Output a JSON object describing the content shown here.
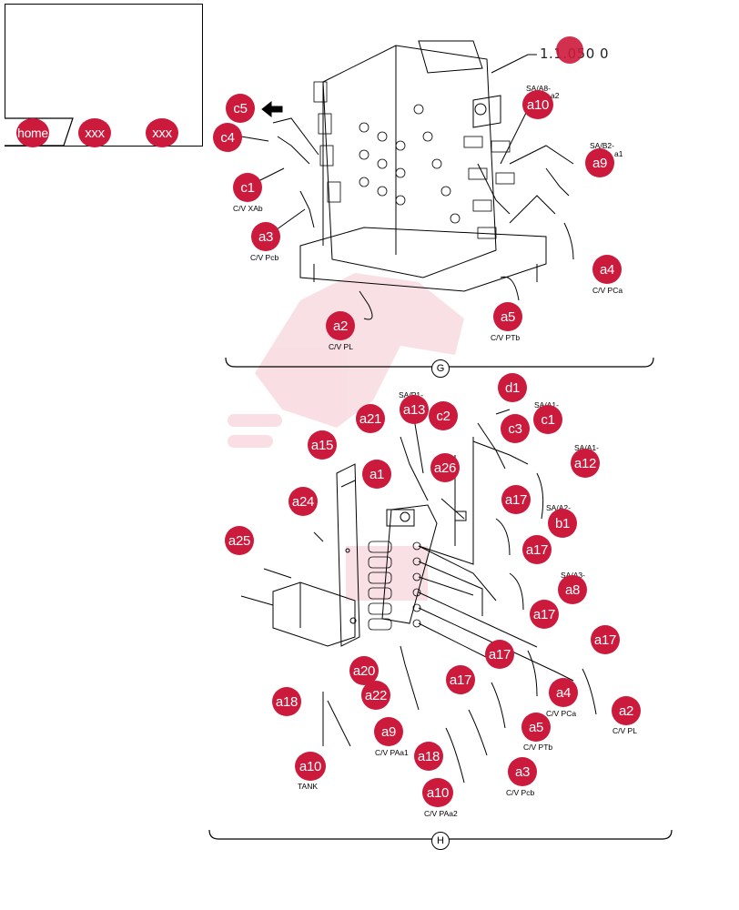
{
  "nav": {
    "home": "home",
    "prev": "xxx",
    "next": "xxx"
  },
  "reference_number": "1.1.050 0",
  "sections": {
    "upper": "G",
    "lower": "H"
  },
  "upper_labels": {
    "xab": "C/V XAb",
    "pcb": "C/V Pcb",
    "pl": "C/V PL",
    "ptb": "C/V PTb",
    "pca": "C/V PCa",
    "sa_a8": "SA/A8-",
    "sa_a2": "a2",
    "sa_b2": "SA/B2-",
    "sa_a1": "a1"
  },
  "lower_labels": {
    "pc_top": "SA/P1-",
    "sa_a1": "SA/A1-",
    "sa_a1b": "SA/A1-",
    "sa_a2": "SA/A2-",
    "sa_a3": "SA/A3-",
    "pca": "C/V PCa",
    "pl": "C/V PL",
    "ptb": "C/V PTb",
    "paa1": "C/V PAa1",
    "pcb": "C/V Pcb",
    "paa2": "C/V PAa2",
    "tank": "TANK"
  },
  "callouts": {
    "c5": "c5",
    "c4": "c4",
    "c1u": "c1",
    "a3u": "a3",
    "a2u": "a2",
    "a5u": "a5",
    "a4u": "a4",
    "a9u": "a9",
    "a10u": "a10",
    "d1": "d1",
    "a21": "a21",
    "a13": "a13",
    "c2": "c2",
    "c3": "c3",
    "c1l": "c1",
    "a15": "a15",
    "a12": "a12",
    "a1": "a1",
    "a26": "a26",
    "a24": "a24",
    "a17_1": "a17",
    "b1": "b1",
    "a25": "a25",
    "a17_2": "a17",
    "a8": "a8",
    "a17_3": "a17",
    "a17_4": "a17",
    "a20": "a20",
    "a17_5": "a17",
    "a17_6": "a17",
    "a22": "a22",
    "a4l": "a4",
    "a18_1": "a18",
    "a2l": "a2",
    "a9l": "a9",
    "a5l": "a5",
    "a10_1": "a10",
    "a18_2": "a18",
    "a3l": "a3",
    "a10_2": "a10"
  }
}
